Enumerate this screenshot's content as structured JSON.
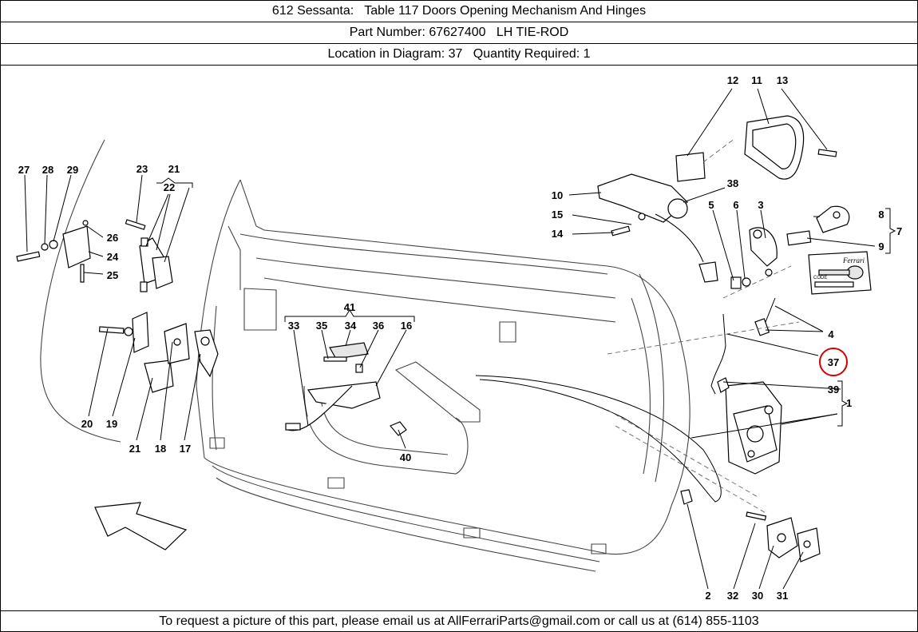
{
  "header": {
    "line1": "612 Sessanta:   Table 117 Doors Opening Mechanism And Hinges",
    "line2": "Part Number: 67627400   LH TIE-ROD",
    "line3": "Location in Diagram: 37   Quantity Required: 1"
  },
  "footer": {
    "text": "To request a picture of this part, please email us at AllFerrariParts@gmail.com or call us at (614) 855-1103"
  },
  "diagram": {
    "highlight_color": "#d40000",
    "highlighted_callout": "37",
    "callouts": {
      "c1": "1",
      "c2": "2",
      "c3": "3",
      "c4": "4",
      "c5": "5",
      "c6": "6",
      "c7": "7",
      "c8": "8",
      "c9": "9",
      "c10": "10",
      "c11": "11",
      "c12": "12",
      "c13": "13",
      "c14": "14",
      "c15": "15",
      "c16": "16",
      "c17": "17",
      "c18": "18",
      "c19": "19",
      "c20": "20",
      "c21a": "21",
      "c21b": "21",
      "c22": "22",
      "c23": "23",
      "c24": "24",
      "c25": "25",
      "c26": "26",
      "c27": "27",
      "c28": "28",
      "c29": "29",
      "c30": "30",
      "c31": "31",
      "c32": "32",
      "c33": "33",
      "c34": "34",
      "c35": "35",
      "c36": "36",
      "c37": "37",
      "c38": "38",
      "c39": "39",
      "c40": "40",
      "c41": "41"
    },
    "key_card": {
      "brand": "Ferrari",
      "code_label": "CODE"
    }
  }
}
